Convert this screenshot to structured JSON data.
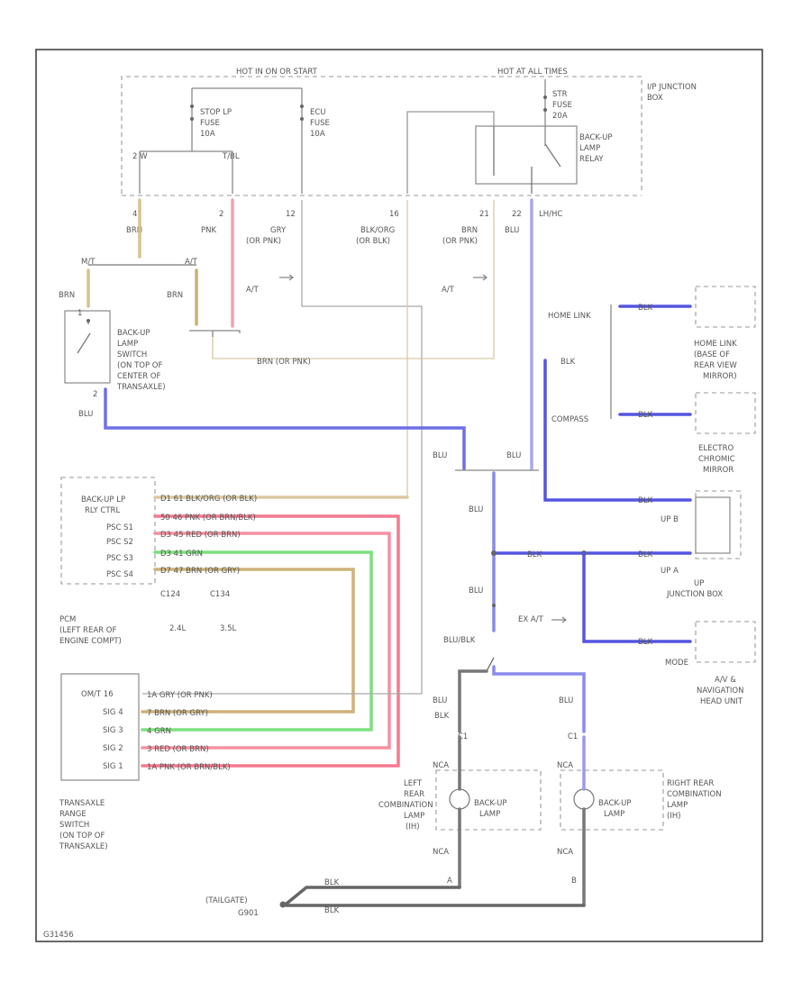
{
  "labels": {
    "hot_all": "HOT IN ON OR START",
    "hot_acc": "HOT AT ALL TIMES",
    "ij_junction": "I/P JUNCTION",
    "ij_box": "BOX",
    "stop_fuse_1": "STOP LP",
    "stop_fuse_2": "FUSE",
    "stop_fuse_3": "10A",
    "ecu_fuse_1": "ECU",
    "ecu_fuse_2": "FUSE",
    "ecu_fuse_3": "10A",
    "stp_fuse_1": "STR",
    "stp_fuse_2": "FUSE",
    "stp_fuse_3": "20A",
    "relay_1": "BACK-UP",
    "relay_2": "LAMP",
    "relay_3": "RELAY",
    "c_2w": "2 W",
    "c_tbl": "T/BL",
    "pin_4": "4",
    "pin_2": "2",
    "pin_12": "12",
    "pin_16": "16",
    "pin_21": "21",
    "pin_22": "22",
    "w_brn1": "BRN",
    "w_pnk1": "PNK",
    "w_gry1": "GRY",
    "w_or_pnk1": "(OR PNK)",
    "w_blk_org": "BLK/ORG",
    "w_or_blk": "(OR BLK)",
    "w_brn2": "BRN",
    "w_or_pnk2": "(OR PNK)",
    "w_blu1": "BLU",
    "w_lhc": "LH/HC",
    "w_mt": "M/T",
    "w_at_left": "A/T",
    "w_brn3": "BRN",
    "w_brn4": "BRN",
    "w_at_mid": "A/T",
    "w_at_right": "A/T",
    "sw_1": "BACK-UP",
    "sw_2": "LAMP",
    "sw_3": "SWITCH",
    "sw_4": "(ON TOP OF",
    "sw_5": "CENTER OF",
    "sw_6": "TRANSAXLE)",
    "sw_pin1": "1",
    "sw_pin2": "2",
    "w_blu2": "BLU",
    "w_brn_orpnk": "BRN    (OR PNK)",
    "home_link": "HOME LINK",
    "compass": "COMPASS",
    "w_blk_hl": "BLK",
    "w_blk_cp": "BLK",
    "w_blk_v": "BLK",
    "hl_1": "HOME LINK",
    "hl_2": "(BASE OF",
    "hl_3": "REAR VIEW",
    "hl_4": "MIRROR)",
    "ecm_1": "ELECTRO",
    "ecm_2": "CHROMIC",
    "ecm_3": "MIRROR",
    "w_blu3": "BLU",
    "w_blu4": "BLU",
    "pcm_1": "BACK-UP LP",
    "pcm_2": "RLY CTRL",
    "pcm_3": "PSC S1",
    "pcm_4": "PSC S2",
    "pcm_5": "PSC S3",
    "pcm_6": "PSC S4",
    "pcm_w1": "D1    61    BLK/ORG    (OR BLK)",
    "pcm_w2": "50    46    PNK    (OR BRN/BLK)",
    "pcm_w3": "D3    45    RED    (OR BRN)",
    "pcm_w4": "D3    41    GRN",
    "pcm_w5": "D7    47    BRN    (OR GRY)",
    "c124": "C124",
    "c134": "C134",
    "l24": "2.4L",
    "l35": "3.5L",
    "pcm_n1": "PCM",
    "pcm_n2": "(LEFT REAR OF",
    "pcm_n3": "ENGINE COMPT)",
    "w_blu5": "BLU",
    "w_blk_up": "BLK",
    "up_b": "UP B",
    "up_a": "UP A",
    "w_blk_up2": "BLK",
    "w_blk_up3": "BLK",
    "up_j1": "UP",
    "up_j2": "JUNCTION BOX",
    "w_blu6": "BLU",
    "w_blu_blk": "BLU/BLK",
    "ex_at": "EX A/T",
    "w_blk_mode": "BLK",
    "mode": "MODE",
    "av_1": "A/V &",
    "av_2": "NAVIGATION",
    "av_3": "HEAD UNIT",
    "tr_1": "OM/T 16",
    "tr_2": "SIG 4",
    "tr_3": "SIG 3",
    "tr_4": "SIG 2",
    "tr_5": "SIG 1",
    "tr_w1": "1A    GRY    (OR PNK)",
    "tr_w2": "7    BRN    (OR GRY)",
    "tr_w3": "4    GRN",
    "tr_w4": "3    RED    (OR BRN)",
    "tr_w5": "1A    PNK    (OR BRN/BLK)",
    "trs_1": "TRANSAXLE",
    "trs_2": "RANGE",
    "trs_3": "SWITCH",
    "trs_4": "(ON TOP OF",
    "trs_5": "TRANSAXLE)",
    "w_blu7": "BLU",
    "w_blu_l": "BLU",
    "w_blk_l": "BLK",
    "c_l1": "C1",
    "c_r1": "C1",
    "nca_l": "NCA",
    "nca_r": "NCA",
    "llamp_1": "LEFT",
    "llamp_2": "REAR",
    "llamp_3": "COMBINATION",
    "llamp_4": "LAMP",
    "llamp_5": "(IH)",
    "lbu_1": "BACK-UP",
    "lbu_2": "LAMP",
    "rbu_1": "BACK-UP",
    "rbu_2": "LAMP",
    "rlamp_1": "RIGHT REAR",
    "rlamp_2": "COMBINATION",
    "rlamp_3": "LAMP",
    "rlamp_4": "(IH)",
    "nca_l2": "NCA",
    "nca_r2": "NCA",
    "g_1": "(TAILGATE)",
    "g_2": "G901",
    "w_blk_g1": "BLK",
    "w_blk_g2": "BLK",
    "pin_a": "A",
    "pin_b": "B",
    "footer": "G31456"
  }
}
